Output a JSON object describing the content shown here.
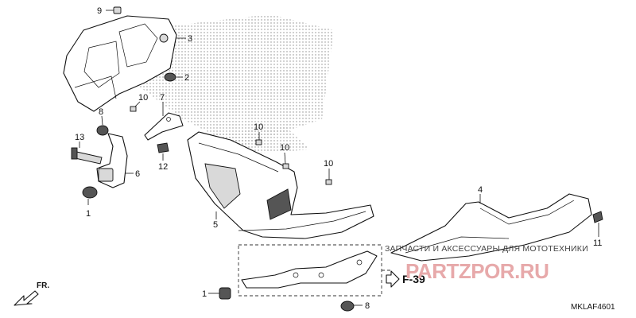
{
  "diagram": {
    "code": "MKLAF4601",
    "reference": "F-39",
    "front_marker": "FR.",
    "watermark": {
      "caption": "ЗАПЧАСТИ И АКСЕССУАРЫ ДЛЯ МОТОТЕХНИКИ",
      "logo": "PARTZPOR.RU"
    },
    "callouts": {
      "c9": "9",
      "c3": "3",
      "c2": "2",
      "c10a": "10",
      "c7": "7",
      "c8a": "8",
      "c13": "13",
      "c6": "6",
      "c12": "12",
      "c1a": "1",
      "c10b": "10",
      "c10c": "10",
      "c10d": "10",
      "c5": "5",
      "c4": "4",
      "c11": "11",
      "c1b": "1",
      "c8b": "8"
    }
  }
}
